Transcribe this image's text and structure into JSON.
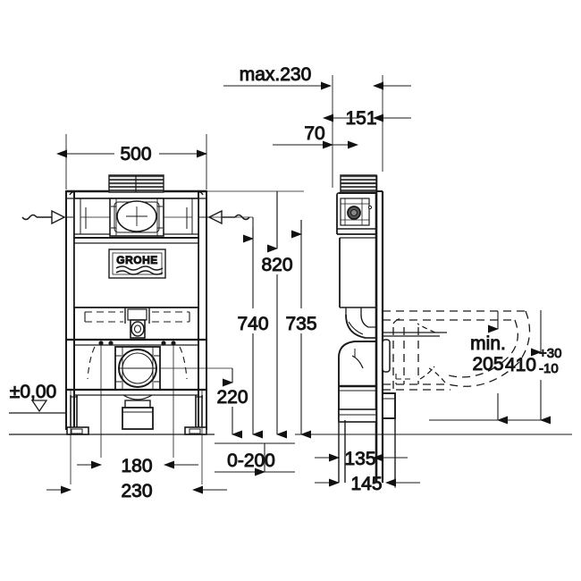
{
  "drawing": {
    "title": "GROHE Rapid SL concealed cistern installation frame — technical dimension drawing",
    "units": "mm",
    "line_color": "#1a1a1a",
    "background": "#ffffff",
    "brand": "GROHE"
  },
  "views": {
    "front": {
      "name": "front-elevation"
    },
    "side": {
      "name": "side-section"
    }
  },
  "dimensions": {
    "width_500": "500",
    "max_230": "max.230",
    "d_151": "151",
    "d_70": "70",
    "h_820": "820",
    "h_740": "740",
    "h_735": "735",
    "h_220": "220",
    "range_0_200": "0-200",
    "b_180": "180",
    "b_230": "230",
    "d_135": "135",
    "d_145": "145",
    "min_label": "min.",
    "min_205": "205",
    "h_410": "410",
    "tol_plus": "+30",
    "tol_minus": "-10",
    "datum": "±0,00"
  }
}
